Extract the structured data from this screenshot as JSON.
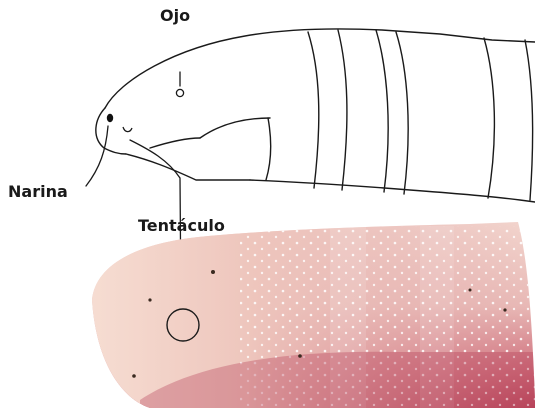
{
  "labels": {
    "eye": "Ojo",
    "nostril": "Narina",
    "tentacle": "Tentáculo"
  },
  "colors": {
    "line": "#1a1a1a",
    "skin_light": "#f0d2c8",
    "skin_mid": "#d99aa0",
    "skin_dark": "#b8455a",
    "spot": "#ffffff"
  }
}
